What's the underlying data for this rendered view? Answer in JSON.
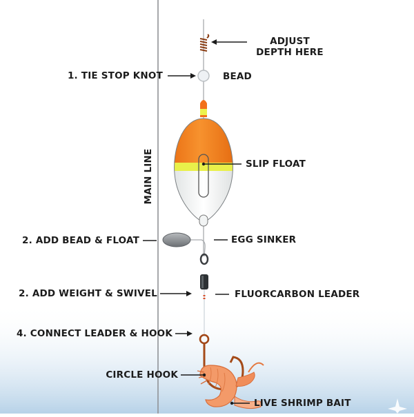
{
  "labels": {
    "adjust_depth": "ADJUST DEPTH HERE",
    "tie_stop_knot": "1. TIE STOP KNOT",
    "bead": "BEAD",
    "main_line": "MAIN LINE",
    "slip_float": "SLIP FLOAT",
    "add_bead_float": "2. ADD BEAD & FLOAT",
    "egg_sinker": "EGG SINKER",
    "add_weight_swivel": "2. ADD WEIGHT & SWIVEL",
    "fluorocarbon_leader": "FLUORCARBON LEADER",
    "connect_leader_hook": "4. CONNECT LEADER & HOOK",
    "circle_hook": "CIRCLE HOOK",
    "live_shrimp_bait": "LIVE SHRIMP BAIT"
  },
  "colors": {
    "float_orange": "#f37a1f",
    "float_yellow": "#eaf24a",
    "float_white": "#f2f4f4",
    "sinker_gray": "#8a8e92",
    "shrimp": "#f29a6a",
    "water": "#bcd6ea"
  }
}
